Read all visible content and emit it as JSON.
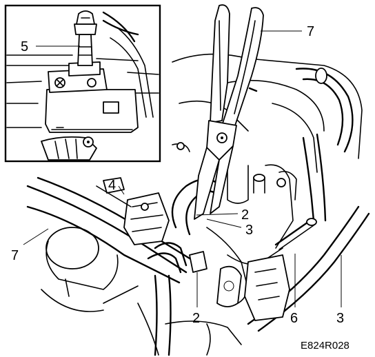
{
  "figure_code": "E824R028",
  "callouts": {
    "inset_5": "5",
    "pliers_7": "7",
    "hose_7": "7",
    "clip_4": "4",
    "hose_2_upper": "2",
    "hose_3_upper": "3",
    "hose_2_lower": "2",
    "clamp_6": "6",
    "hose_3_lower": "3"
  }
}
